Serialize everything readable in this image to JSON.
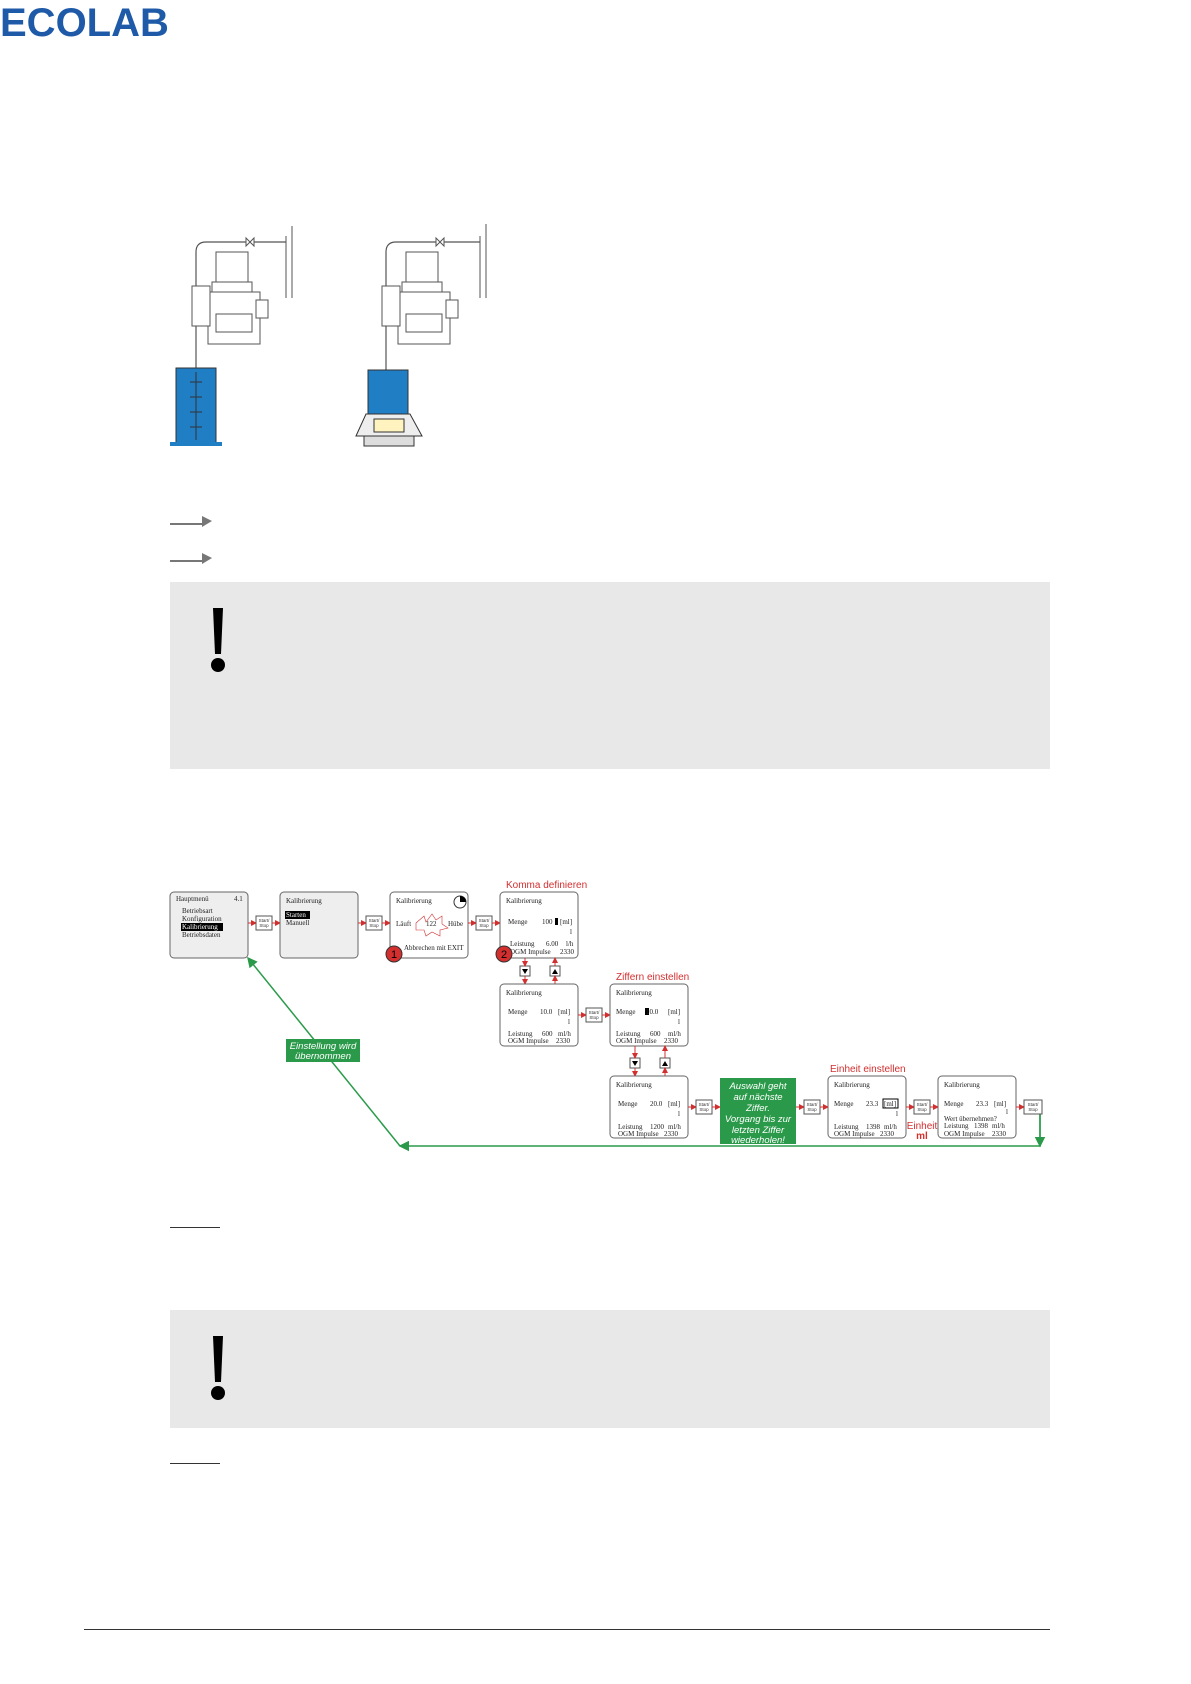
{
  "brand": {
    "logo_text": "ECOLAB",
    "color": "#1e5aa8"
  },
  "flow": {
    "labels": {
      "komma_definieren": "Komma definieren",
      "ziffern_einstellen": "Ziffern einstellen",
      "einheit_einstellen": "Einheit einstellen",
      "einheit_ml_1": "Einheit",
      "einheit_ml_2": "ml",
      "einstellung_1": "Einstellung wird",
      "einstellung_2": "übernommen",
      "auswahl_1": "Auswahl geht",
      "auswahl_2": "auf nächste",
      "auswahl_3": "Ziffer.",
      "auswahl_4": "Vorgang bis zur",
      "auswahl_5": "letzten Ziffer",
      "auswahl_6": "wiederholen!"
    },
    "button": {
      "line1": "Start/",
      "line2": "Stop"
    },
    "badges": [
      "1",
      "2"
    ],
    "screens": {
      "hauptmenu": {
        "title": "Hauptmenü",
        "num": "4.1",
        "items": [
          "Betriebsart",
          "Konfiguration",
          "Kalibrierung",
          "Betriebsdaten"
        ]
      },
      "kal1": {
        "title": "Kalibrierung",
        "items": [
          "Starten",
          "Manuell"
        ]
      },
      "kal2": {
        "title": "Kalibrierung",
        "lauft": "Läuft",
        "count": "122",
        "hube": "Hübe",
        "abbrechen": "Abbrechen mit EXIT"
      },
      "kal3": {
        "title": "Kalibrierung",
        "menge": "Menge",
        "value": "100",
        "unit": "[ml]",
        "i": "l",
        "leistung": "Leistung",
        "leistung_val": "6.00",
        "leistung_unit": "l/h",
        "ogm": "OGM Impulse",
        "ogm_val": "2330"
      },
      "kal4": {
        "title": "Kalibrierung",
        "menge": "Menge",
        "value": "10.0",
        "unit": "[ml]",
        "i": "l",
        "leistung": "Leistung",
        "leistung_val": "600",
        "leistung_unit": "ml/h",
        "ogm": "OGM Impulse",
        "ogm_val": "2330"
      },
      "kal5": {
        "title": "Kalibrierung",
        "menge": "Menge",
        "value": "10.0",
        "unit": "[ml]",
        "i": "l",
        "leistung": "Leistung",
        "leistung_val": "600",
        "leistung_unit": "ml/h",
        "ogm": "OGM Impulse",
        "ogm_val": "2330"
      },
      "kal6": {
        "title": "Kalibrierung",
        "menge": "Menge",
        "value": "20.0",
        "unit": "[ml]",
        "i": "l",
        "leistung": "Leistung",
        "leistung_val": "1200",
        "leistung_unit": "ml/h",
        "ogm": "OGM Impulse",
        "ogm_val": "2330"
      },
      "kal7": {
        "title": "Kalibrierung",
        "menge": "Menge",
        "value": "23.3",
        "unit": "[ml]",
        "i": "l",
        "leistung": "Leistung",
        "leistung_val": "1398",
        "leistung_unit": "ml/h",
        "ogm": "OGM Impulse",
        "ogm_val": "2330"
      },
      "kal8": {
        "title": "Kalibrierung",
        "menge": "Menge",
        "value": "23.3",
        "unit": "[ml]",
        "i": "l",
        "wert": "Wert übernehmen?",
        "leistung": "Leistung",
        "leistung_val": "1398",
        "leistung_unit": "ml/h",
        "ogm": "OGM Impulse",
        "ogm_val": "2330"
      }
    }
  }
}
